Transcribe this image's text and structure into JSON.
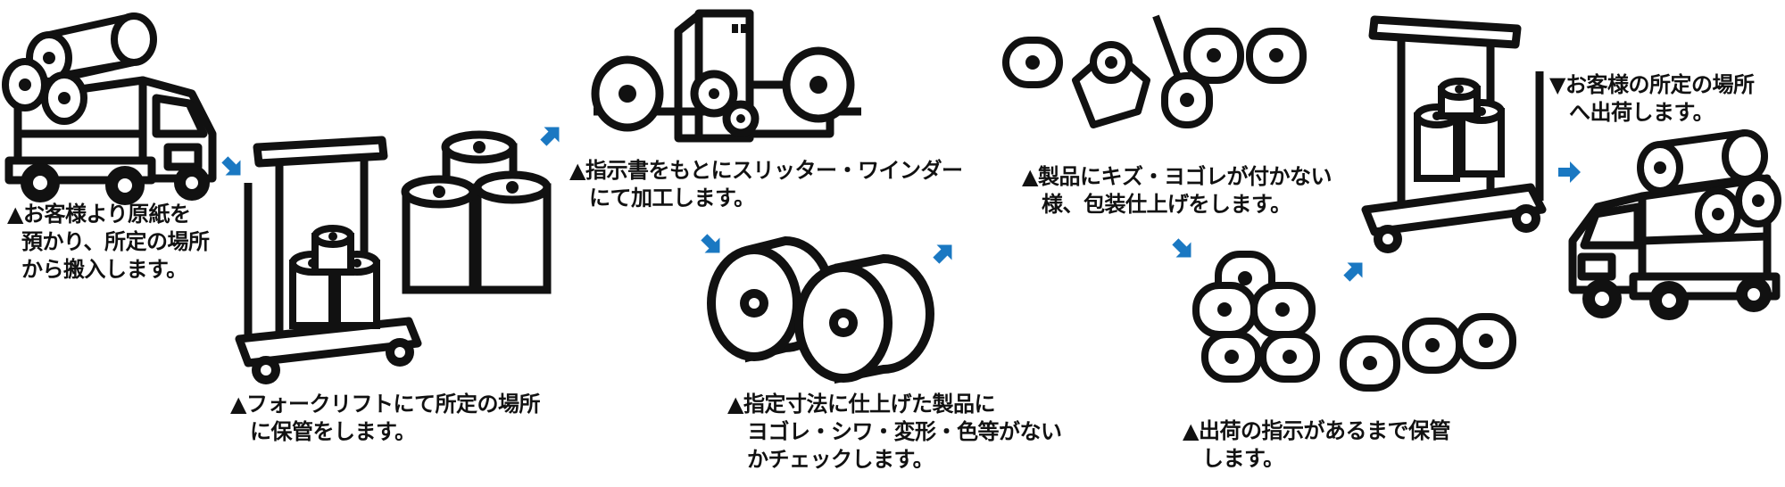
{
  "steps": [
    {
      "lines": [
        "▲お客様より原紙を",
        "預かり、所定の場所",
        "から搬入します。"
      ]
    },
    {
      "lines": [
        "▲フォークリフトにて所定の場所",
        "に保管をします。"
      ]
    },
    {
      "lines": [
        "▲指示書をもとにスリッター・ワインダー",
        "にて加工します。"
      ]
    },
    {
      "lines": [
        "▲指定寸法に仕上げた製品に",
        "ヨゴレ・シワ・変形・色等がない",
        "かチェックします。"
      ]
    },
    {
      "lines": [
        "▲製品にキズ・ヨゴレが付かない",
        "様、包装仕上げをします。"
      ]
    },
    {
      "lines": [
        "▲出荷の指示があるまで保管",
        "します。"
      ]
    },
    {
      "lines": [
        "▼お客様の所定の場所",
        "へ出荷します。"
      ]
    }
  ],
  "illustrations": {
    "truck_in": "delivery-truck-with-paper-rolls-icon",
    "forklift_storage": "forklift-and-stacked-rolls-icon",
    "slitter_winder": "slitter-winder-machine-icon",
    "inspection": "two-large-rolls-icon",
    "packaging": "packaged-roll-bundles-icon",
    "storage": "stored-roll-bundles-icon",
    "forklift_out": "forklift-with-bundles-icon",
    "truck_out": "delivery-truck-outbound-icon"
  },
  "colors": {
    "ink": "#111111",
    "arrow": "#1a78c2",
    "background": "#ffffff"
  }
}
